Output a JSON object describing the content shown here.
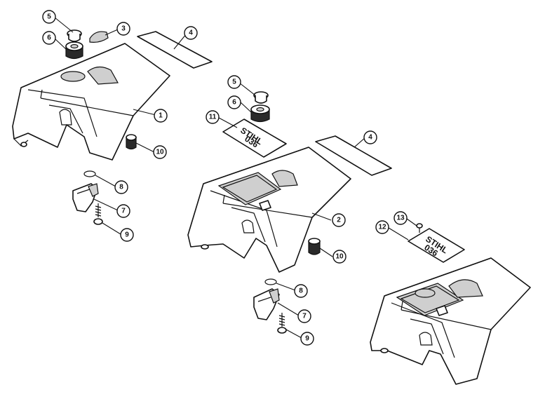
{
  "callouts": [
    {
      "id": "c-1",
      "label": "1"
    },
    {
      "id": "c-2",
      "label": "2"
    },
    {
      "id": "c-3",
      "label": "3"
    },
    {
      "id": "c-4a",
      "label": "4"
    },
    {
      "id": "c-4b",
      "label": "4"
    },
    {
      "id": "c-5a",
      "label": "5"
    },
    {
      "id": "c-5b",
      "label": "5"
    },
    {
      "id": "c-6a",
      "label": "6"
    },
    {
      "id": "c-6b",
      "label": "6"
    },
    {
      "id": "c-7a",
      "label": "7"
    },
    {
      "id": "c-7b",
      "label": "7"
    },
    {
      "id": "c-8a",
      "label": "8"
    },
    {
      "id": "c-8b",
      "label": "8"
    },
    {
      "id": "c-9a",
      "label": "9"
    },
    {
      "id": "c-9b",
      "label": "9"
    },
    {
      "id": "c-10a",
      "label": "10"
    },
    {
      "id": "c-10b",
      "label": "10"
    },
    {
      "id": "c-11",
      "label": "11"
    },
    {
      "id": "c-12",
      "label": "12"
    },
    {
      "id": "c-13",
      "label": "13"
    }
  ],
  "plates": {
    "brand": "STIHL",
    "model": "036"
  }
}
